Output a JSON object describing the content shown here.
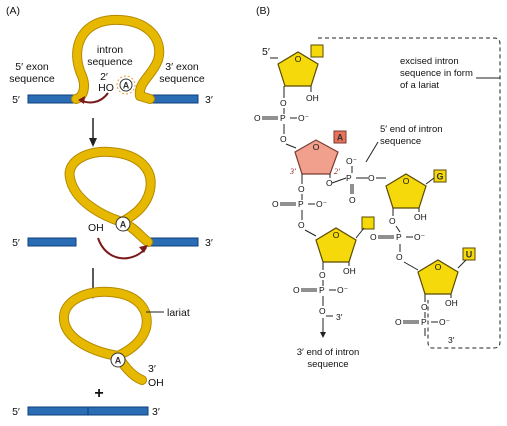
{
  "panel_a": {
    "tag": "(A)",
    "step1": {
      "intron_sequence": [
        "intron",
        "sequence"
      ],
      "exon5_sequence": [
        "5′ exon",
        "sequence"
      ],
      "exon3_sequence": [
        "3′ exon",
        "sequence"
      ],
      "ho_label": [
        "2′",
        "HO"
      ],
      "end5": "5′",
      "end3": "3′",
      "adenine": "A"
    },
    "step2": {
      "oh": "OH",
      "end5": "5′",
      "end3": "3′",
      "adenine": "A"
    },
    "step3": {
      "lariat": "lariat",
      "adenine": "A",
      "end3_top": "3′",
      "oh": "OH",
      "plus": "+",
      "end5": "5′",
      "end3": "3′"
    }
  },
  "panel_b": {
    "tag": "(B)",
    "callout_excised": [
      "excised intron",
      "sequence in form",
      "of a lariat"
    ],
    "callout_5end": [
      "5′ end of intron",
      "sequence"
    ],
    "callout_3end": [
      "3′ end of intron",
      "sequence"
    ],
    "prime5": "5′",
    "bases": {
      "top": "",
      "a": "A",
      "g": "G",
      "mid": "",
      "u": "U"
    },
    "labels": {
      "o": "O",
      "oh": "OH",
      "p": "P",
      "o_minus": "O⁻",
      "o_dbl": "O",
      "prime3": "3′",
      "prime3_bottom": "3′",
      "c3": "3′",
      "c2": "2′"
    }
  }
}
